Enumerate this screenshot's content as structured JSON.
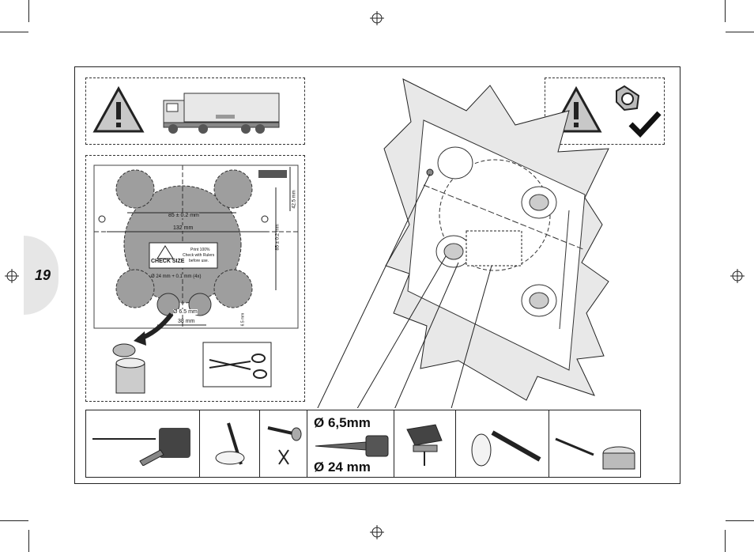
{
  "page_number": "19",
  "template": {
    "dim_85": "85 ± 0.2 mm",
    "dim_132": "132 mm",
    "dim_42": "42.5 mm",
    "dim_85_v": "85 ± 0.2 mm",
    "warning_line1": "Print 100%",
    "warning_line2": "Check with Rulers",
    "warning_line3": "before use.",
    "check_size": "CHECK SIZE",
    "hole_large": "Ø 24 mm + 0.1 mm (4x)",
    "hole_small": "Ø 6.5 mm",
    "dim_38": "38 mm",
    "dim_6": "6.5 mm"
  },
  "drill": {
    "small": "Ø 6,5mm",
    "large": "Ø 24 mm"
  },
  "icons": {
    "warning": "warning-triangle-icon",
    "truck": "truck-icon",
    "checkmark": "checkmark-icon"
  }
}
